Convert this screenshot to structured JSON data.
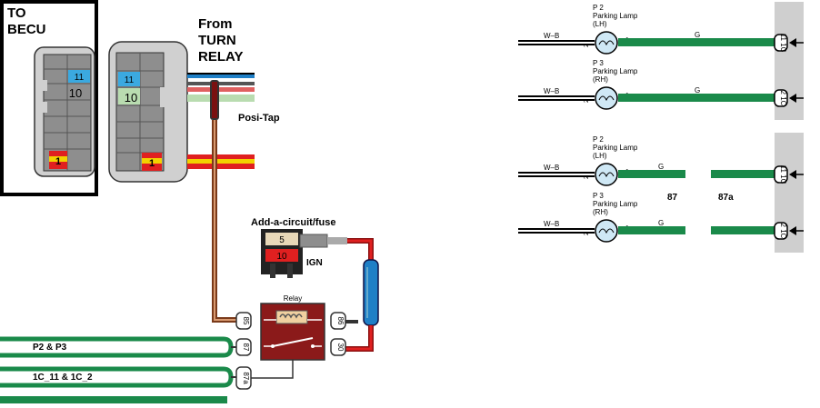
{
  "becu": {
    "title_line1": "TO",
    "title_line2": "BECU",
    "pin_top": "11",
    "pin_mid": "10",
    "pin_bottom": "1"
  },
  "turn_relay": {
    "title_line1": "From",
    "title_line2": "TURN",
    "title_line3": "RELAY",
    "pin_top": "11",
    "pin_mid": "10",
    "pin_bottom": "1",
    "posi_tap_label": "Posi-Tap"
  },
  "add_a_circuit": {
    "title": "Add-a-circuit/fuse",
    "fuse_top": "5",
    "fuse_bottom": "10",
    "ign_label": "IGN"
  },
  "relay": {
    "title": "Relay",
    "pin_85": "85",
    "pin_86": "86",
    "pin_87": "87",
    "pin_87a": "87a",
    "pin_30": "30"
  },
  "output_wires": {
    "wire_87_label": "P2 & P3",
    "wire_87a_label": "1C_11 & 1C_2"
  },
  "schematic_top": {
    "lamp1": {
      "id": "P 2",
      "name": "Parking Lamp",
      "side": "(LH)",
      "wire_in": "W–B",
      "pin_in": "2",
      "pin_out": "1",
      "wire_out": "G",
      "connector": "11 1C"
    },
    "lamp2": {
      "id": "P 3",
      "name": "Parking Lamp",
      "side": "(RH)",
      "wire_in": "W–B",
      "pin_in": "2",
      "pin_out": "1",
      "wire_out": "G",
      "connector": "2 1C"
    }
  },
  "schematic_bottom": {
    "lamp1": {
      "id": "P 2",
      "name": "Parking Lamp",
      "side": "(LH)",
      "wire_in": "W–B",
      "pin_in": "2",
      "pin_out": "1",
      "wire_out": "G",
      "connector": "11 1C"
    },
    "lamp2": {
      "id": "P 3",
      "name": "Parking Lamp",
      "side": "(RH)",
      "wire_in": "W–B",
      "pin_in": "2",
      "pin_out": "1",
      "wire_out": "G",
      "connector": "2 1C"
    },
    "gap_label_87": "87",
    "gap_label_87a": "87a"
  },
  "colors": {
    "green_wire": "#1a8a4a",
    "red_wire": "#e0201e",
    "blue_wire": "#1f7fc6",
    "yellow_wire": "#f2d200",
    "relay_body": "#8b1a1a",
    "connector_grey": "#8e8e8e",
    "pin_blue": "#3ba9e0",
    "pin_red": "#e02020",
    "pin_green": "#b9dcb0"
  }
}
